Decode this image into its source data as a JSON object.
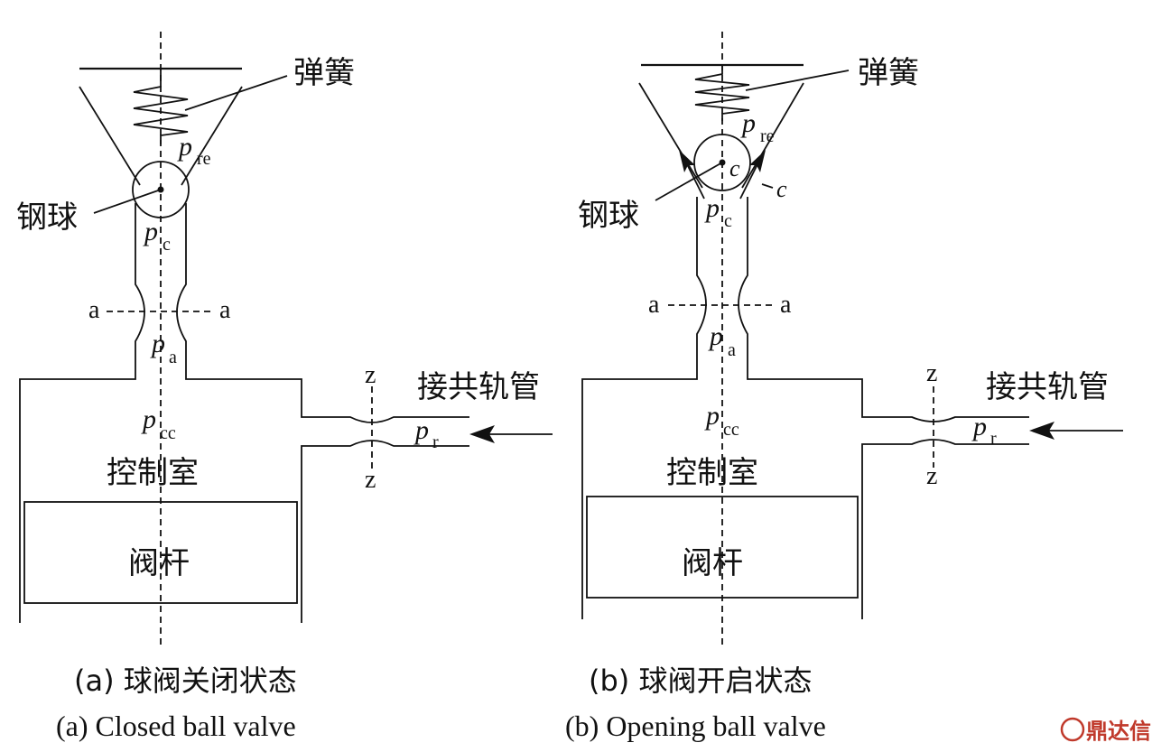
{
  "labels": {
    "spring": "弹簧",
    "ball": "钢球",
    "control_room": "控制室",
    "valve_rod": "阀杆",
    "common_rail": "接共轨管",
    "p": "p",
    "sub_re": "re",
    "sub_c": "c",
    "sub_a": "a",
    "sub_cc": "cc",
    "sub_r": "r",
    "section_a": "a",
    "section_z": "z",
    "flow_c": "c"
  },
  "captions": {
    "a_cn": "(a) 球阀关闭状态",
    "a_en": "(a) Closed ball valve",
    "b_cn": "(b) 球阀开启状态",
    "b_en": "(b) Opening ball valve"
  },
  "watermark": {
    "text": "鼎达信",
    "color": "#c0392b"
  }
}
